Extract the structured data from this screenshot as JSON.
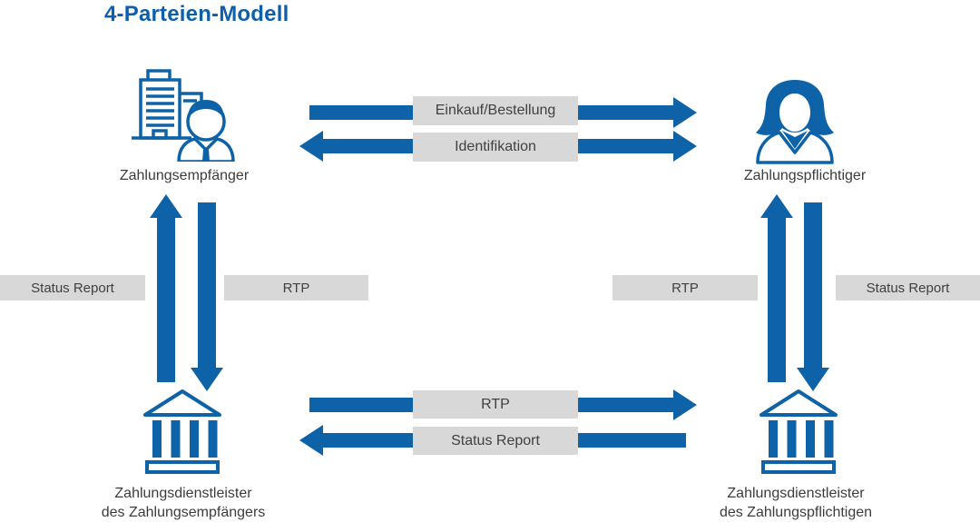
{
  "title": "4-Parteien-Modell",
  "colors": {
    "blue": "#0d62a8",
    "title": "#0e5fab",
    "label_bg": "#d8d8d8",
    "label_text": "#404040",
    "node_text": "#3c3c3c"
  },
  "nodes": {
    "payee": {
      "label": "Zahlungsempfänger",
      "icon": "office-person-icon"
    },
    "payer": {
      "label": "Zahlungspflichtiger",
      "icon": "woman-icon"
    },
    "payee_psp": {
      "label_line1": "Zahlungsdienstleister",
      "label_line2": "des Zahlungsempfängers",
      "icon": "bank-icon"
    },
    "payer_psp": {
      "label_line1": "Zahlungsdienstleister",
      "label_line2": "des Zahlungspflichtigen",
      "icon": "bank-icon"
    }
  },
  "flows": {
    "top": [
      {
        "label": "Einkauf/Bestellung",
        "direction": "right"
      },
      {
        "label": "Identifikation",
        "direction": "both"
      }
    ],
    "left": [
      {
        "label": "Status Report",
        "direction": "up"
      },
      {
        "label": "RTP",
        "direction": "down"
      }
    ],
    "right": [
      {
        "label": "RTP",
        "direction": "up"
      },
      {
        "label": "Status Report",
        "direction": "down"
      }
    ],
    "bottom": [
      {
        "label": "RTP",
        "direction": "right"
      },
      {
        "label": "Status Report",
        "direction": "left"
      }
    ]
  }
}
